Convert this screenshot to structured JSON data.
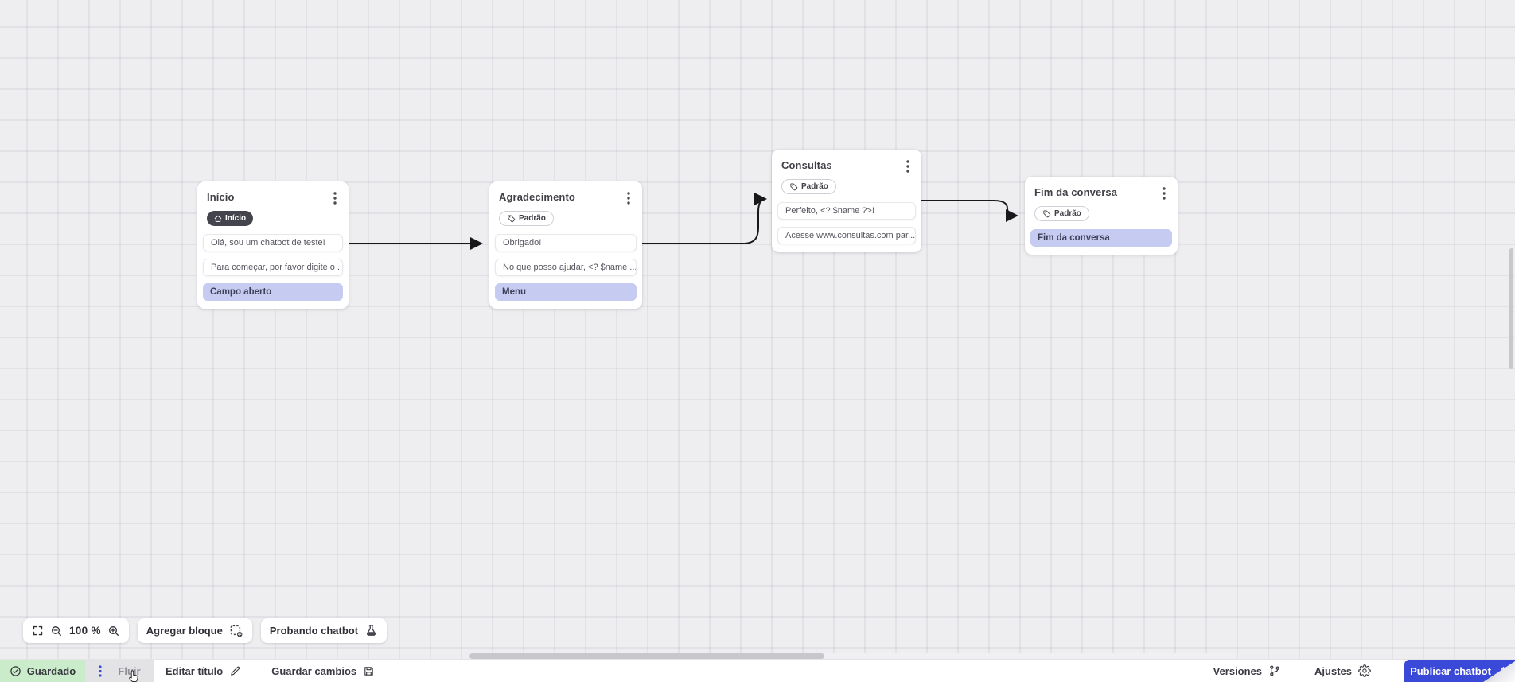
{
  "canvas": {
    "zoom_level": "100 %",
    "toolbar": {
      "add_block": "Agregar bloque",
      "test_chatbot": "Probando chatbot"
    }
  },
  "nodes": [
    {
      "title": "Início",
      "badge_label": "Início",
      "badge_icon": "home-icon",
      "rows": [
        {
          "text": "Olá, sou um chatbot de teste!"
        },
        {
          "text": "Para começar, por favor digite o ..."
        },
        {
          "text": "Campo aberto"
        }
      ]
    },
    {
      "title": "Agradecimento",
      "badge_label": "Padrão",
      "badge_icon": "tag-icon",
      "rows": [
        {
          "text": "Obrigado!"
        },
        {
          "text": "No que posso ajudar, <? $name ..."
        },
        {
          "text": "Menu"
        }
      ]
    },
    {
      "title": "Consultas",
      "badge_label": "Padrão",
      "badge_icon": "tag-icon",
      "rows": [
        {
          "text": "Perfeito, <? $name ?>!"
        },
        {
          "text": "Acesse www.consultas.com par..."
        }
      ]
    },
    {
      "title": "Fim da conversa",
      "badge_label": "Padrão",
      "badge_icon": "tag-icon",
      "rows": [
        {
          "text": "Fim da conversa"
        }
      ]
    }
  ],
  "statusbar": {
    "saved_label": "Guardado",
    "flow_name": "Fluir",
    "edit_title_label": "Editar título",
    "save_changes_label": "Guardar cambios",
    "versions_label": "Versiones",
    "settings_label": "Ajustes",
    "publish_label": "Publicar chatbot"
  },
  "colors": {
    "accent_blue": "#3b49d8",
    "action_row_lavender": "#c6cbf2",
    "saved_green": "#cbecca",
    "badge_dark": "#44444c",
    "wire_black": "#18181b",
    "canvas_gray": "#eeedf0"
  }
}
